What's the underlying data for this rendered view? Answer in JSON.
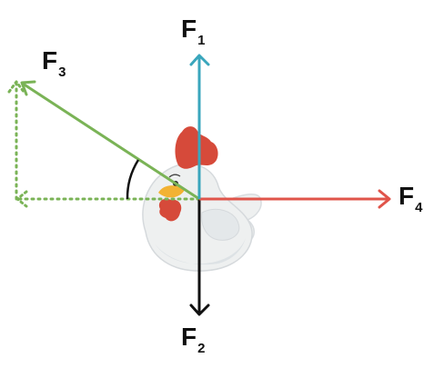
{
  "forces": {
    "f1": {
      "letter": "F",
      "sub": "1",
      "color": "#3aa6bc"
    },
    "f2": {
      "letter": "F",
      "sub": "2",
      "color": "#111111"
    },
    "f3": {
      "letter": "F",
      "sub": "3",
      "color": "#7ab356"
    },
    "f4": {
      "letter": "F",
      "sub": "4",
      "color": "#e0544a"
    }
  },
  "components_color": "#7ab356",
  "icons": {
    "subject": "chicken-icon",
    "angle": "angle-arc-icon"
  }
}
